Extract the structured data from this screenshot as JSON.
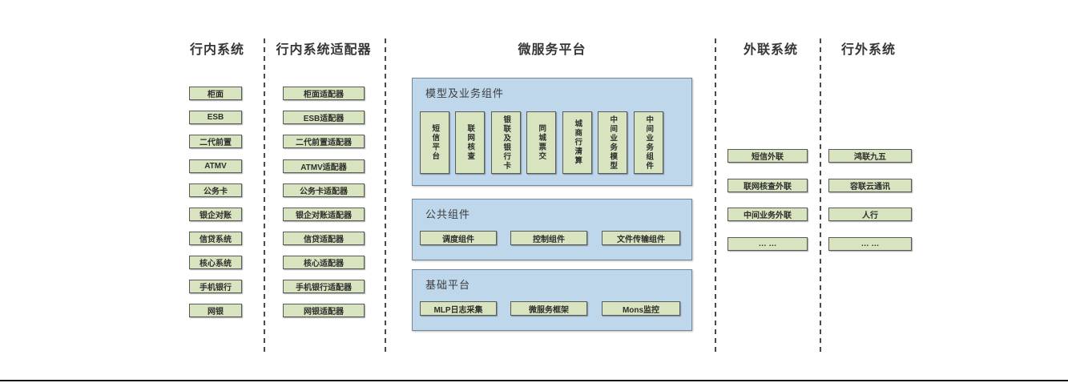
{
  "colors": {
    "green_box_fill": "#d8e4bf",
    "green_box_border": "#595959",
    "blue_panel_fill": "#bed7eb",
    "blue_panel_border": "#74889a",
    "text": "#363636"
  },
  "columns": {
    "internal": {
      "title": "行内系统",
      "items": [
        "柜面",
        "ESB",
        "二代前置",
        "ATMV",
        "公务卡",
        "银企对账",
        "信贷系统",
        "核心系统",
        "手机银行",
        "网银"
      ]
    },
    "adapters": {
      "title": "行内系统适配器",
      "items": [
        "柜面适配器",
        "ESB适配器",
        "二代前置适配器",
        "ATMV适配器",
        "公务卡适配器",
        "银企对账适配器",
        "信贷适配器",
        "核心适配器",
        "手机银行适配器",
        "网银适配器"
      ]
    },
    "platform": {
      "title": "微服务平台",
      "sections": {
        "model": {
          "label": "模型及业务组件",
          "items": [
            "短信平台",
            "联网核查",
            "银联及银行卡",
            "同城票交",
            "城商行清算",
            "中间业务模型",
            "中间业务组件"
          ]
        },
        "common": {
          "label": "公共组件",
          "items": [
            "调度组件",
            "控制组件",
            "文件传输组件"
          ]
        },
        "base": {
          "label": "基础平台",
          "items": [
            "MLP日志采集",
            "微服务框架",
            "Mons监控"
          ]
        }
      }
    },
    "outlink": {
      "title": "外联系统",
      "items": [
        "短信外联",
        "联网核查外联",
        "中间业务外联",
        "… …"
      ]
    },
    "external": {
      "title": "行外系统",
      "items": [
        "鸿联九五",
        "容联云通讯",
        "人行",
        "… …"
      ]
    }
  }
}
